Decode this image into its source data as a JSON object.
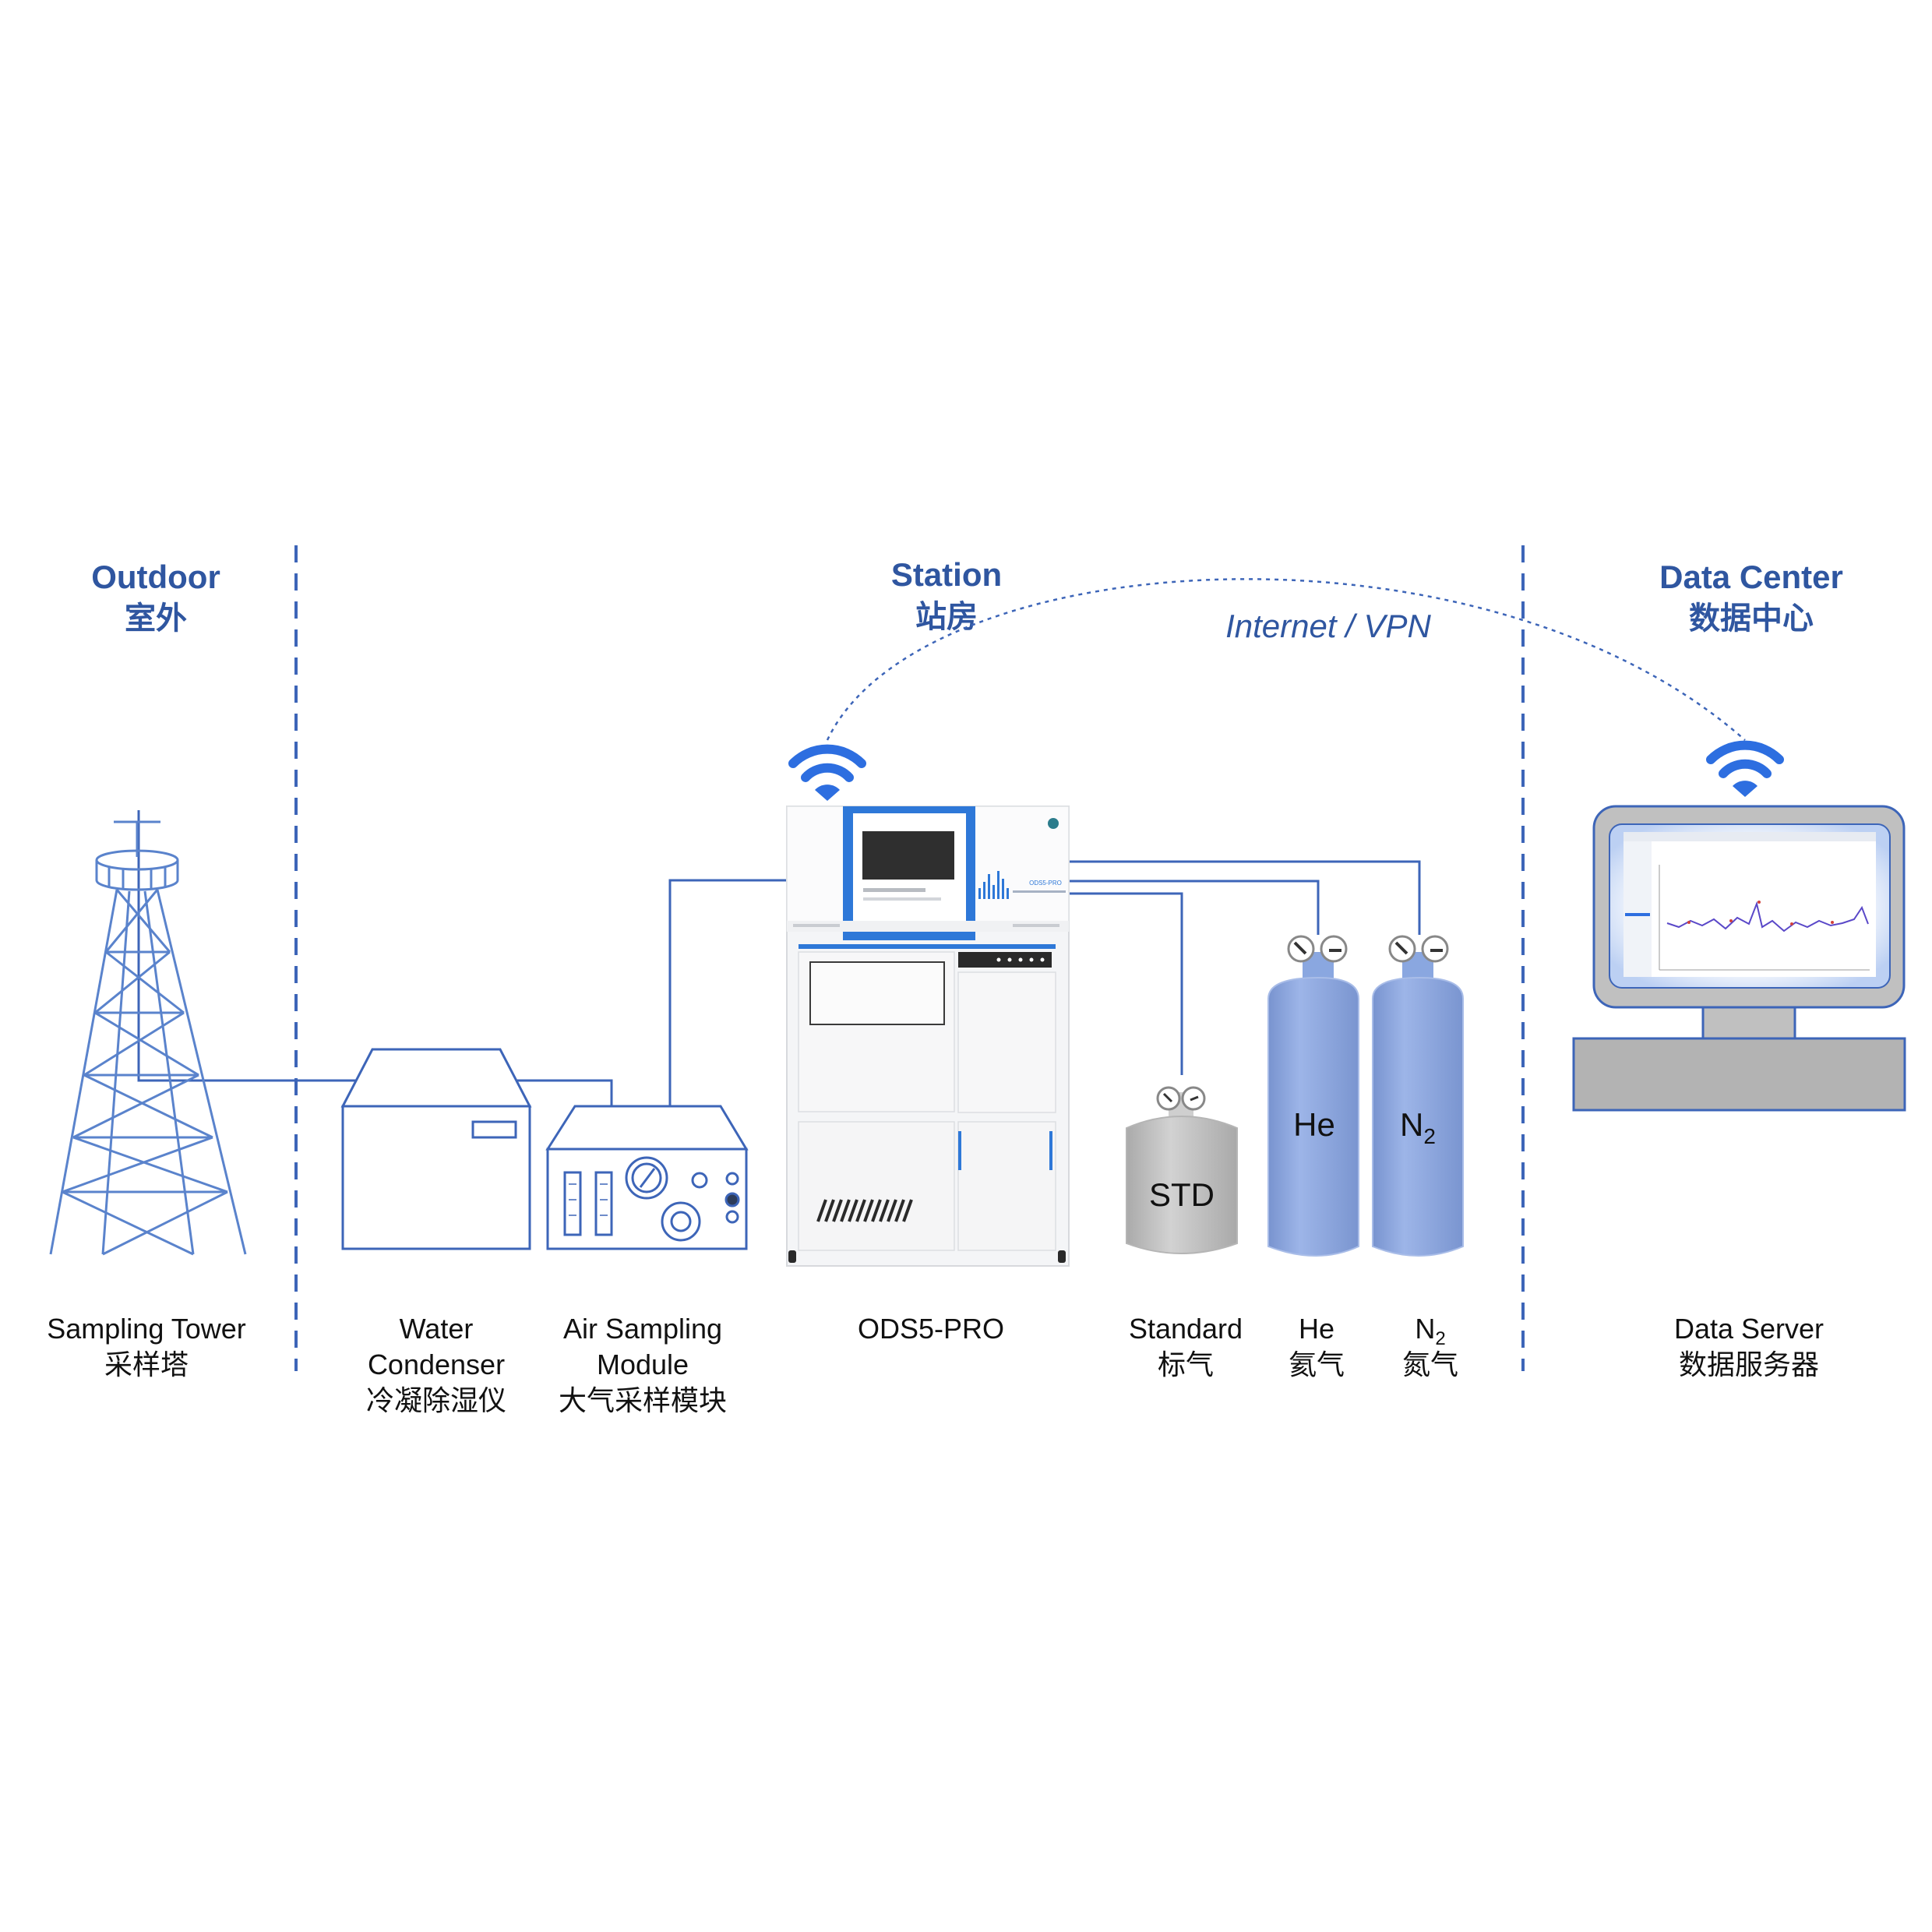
{
  "colors": {
    "title_blue": "#2f56a0",
    "line_blue": "#3d65b8",
    "wifi_blue": "#2d6ee0",
    "cylinder_blue": "#8aa7e0",
    "cylinder_grey": "#c3c3c3",
    "label_text": "#111111"
  },
  "zones": {
    "outdoor": {
      "en": "Outdoor",
      "zh": "室外"
    },
    "station": {
      "en": "Station",
      "zh": "站房"
    },
    "datacenter": {
      "en": "Data Center",
      "zh": "数据中心"
    }
  },
  "link": {
    "label": "Internet / VPN"
  },
  "components": {
    "tower": {
      "line1": "Sampling Tower",
      "line2": "采样塔",
      "icon": "tower-icon"
    },
    "condenser": {
      "line1": "Water",
      "line2": "Condenser",
      "line3": "冷凝除湿仪",
      "icon": "condenser-icon"
    },
    "air_module": {
      "line1": "Air Sampling",
      "line2": "Module",
      "line3": "大气采样模块",
      "icon": "air-sampling-module-icon"
    },
    "ods5": {
      "line1": "ODS5-PRO",
      "icon": "instrument-icon"
    },
    "standard": {
      "line1": "Standard",
      "line2": "标气",
      "tank_label": "STD"
    },
    "helium": {
      "line1": "He",
      "line2": "氦气",
      "tank_label": "He"
    },
    "nitrogen": {
      "line1": "N",
      "sub": "2",
      "line2": "氮气",
      "tank_label": "N",
      "tank_sub": "2"
    },
    "server": {
      "line1": "Data Server",
      "line2": "数据服务器",
      "icon": "server-monitor-icon"
    }
  }
}
